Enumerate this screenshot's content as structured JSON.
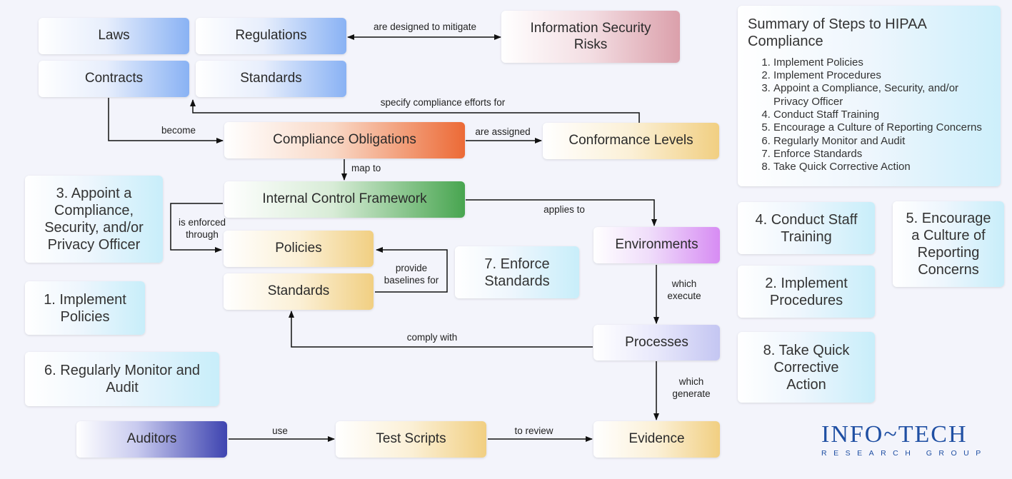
{
  "nodes": {
    "laws": "Laws",
    "regulations": "Regulations",
    "contracts": "Contracts",
    "standards_top": "Standards",
    "info_security_risks": "Information Security Risks",
    "compliance_obligations": "Compliance Obligations",
    "conformance_levels": "Conformance Levels",
    "internal_control_framework": "Internal Control Framework",
    "policies": "Policies",
    "standards_mid": "Standards",
    "environments": "Environments",
    "processes": "Processes",
    "auditors": "Auditors",
    "test_scripts": "Test Scripts",
    "evidence": "Evidence"
  },
  "edges": {
    "designed_to_mitigate": "are designed to mitigate",
    "specify_compliance": "specify compliance efforts for",
    "become": "become",
    "are_assigned": "are assigned",
    "map_to": "map to",
    "enforced_through": "is enforced through",
    "applies_to": "applies to",
    "provide_baselines": "provide baselines for",
    "which_execute": "which execute",
    "comply_with": "comply with",
    "which_generate": "which generate",
    "use": "use",
    "to_review": "to review"
  },
  "steps": {
    "s1": "1. Implement Policies",
    "s2": "2. Implement Procedures",
    "s3": "3. Appoint a Compliance, Security, and/or Privacy Officer",
    "s4": "4. Conduct Staff Training",
    "s5": "5. Encourage a Culture of Reporting Concerns",
    "s6": "6. Regularly Monitor and Audit",
    "s7": "7. Enforce Standards",
    "s8": "8. Take Quick Corrective Action"
  },
  "summary": {
    "title": "Summary of Steps to HIPAA Compliance",
    "items": [
      "Implement Policies",
      "Implement Procedures",
      "Appoint a Compliance, Security, and/or Privacy Officer",
      "Conduct Staff Training",
      "Encourage a Culture of Reporting Concerns",
      "Regularly Monitor and Audit",
      "Enforce Standards",
      "Take Quick Corrective Action"
    ]
  },
  "logo": {
    "name": "INFO~TECH",
    "tagline": "RESEARCH GROUP"
  }
}
